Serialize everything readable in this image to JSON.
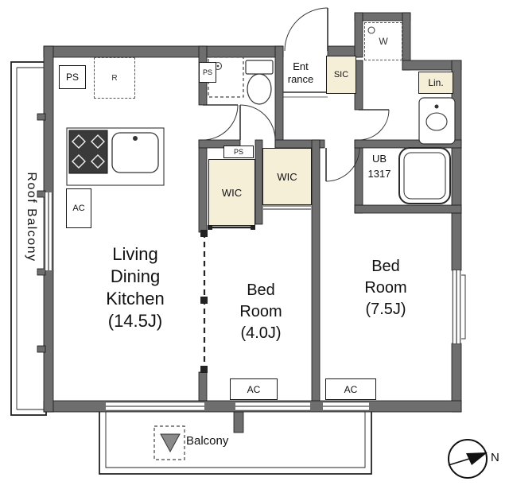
{
  "title": "Apartment floor plan",
  "rooms": {
    "ldk": {
      "lines": [
        "Living",
        "Dining",
        "Kitchen",
        "(14.5J)"
      ]
    },
    "bedroom_small": {
      "lines": [
        "Bed",
        "Room",
        "(4.0J)"
      ]
    },
    "bedroom_large": {
      "lines": [
        "Bed",
        "Room",
        "(7.5J)"
      ]
    }
  },
  "areas": {
    "roof_balcony": "Roof Balcony",
    "balcony": "Balcony",
    "entrance": {
      "lines": [
        "Ent",
        "rance"
      ]
    },
    "sic": "SIC",
    "linen": "Lin.",
    "unit_bath": {
      "lines": [
        "UB",
        "1317"
      ]
    },
    "wic_left": "WIC",
    "wic_right": "WIC"
  },
  "fixtures": {
    "ps_top_left": "PS",
    "ps_top_mid": "PS",
    "ps_middle": "PS",
    "ac_ldk": "AC",
    "ac_bedroom_small": "AC",
    "ac_bedroom_large": "AC",
    "refrigerator": "R",
    "washer": "W"
  },
  "compass": {
    "north_label": "N"
  },
  "colors": {
    "wall": "#6e6e6e",
    "closet_fill": "#f5efd8",
    "line": "#1a1a1a",
    "background": "#ffffff"
  }
}
